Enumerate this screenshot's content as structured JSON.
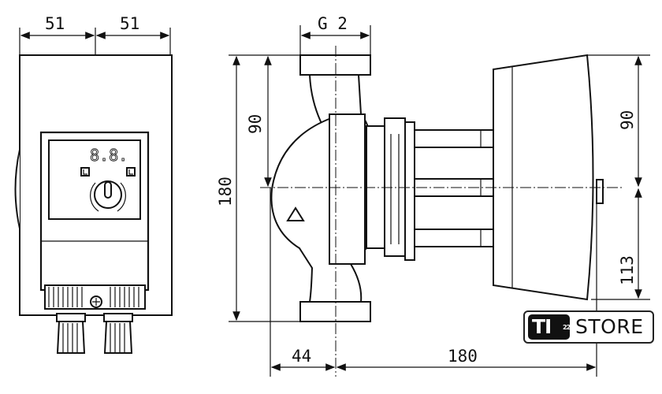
{
  "dimensions": {
    "front_width_left": "51",
    "front_width_right": "51",
    "thread": "G 2",
    "total_height": "180",
    "upper_half_height": "90",
    "motor_upper": "90",
    "motor_lower": "113",
    "inlet_offset": "44",
    "motor_length": "180"
  },
  "display": {
    "readout": "8.8."
  },
  "logo": {
    "brand": "TI",
    "superscript": "22",
    "name": "STORE"
  }
}
